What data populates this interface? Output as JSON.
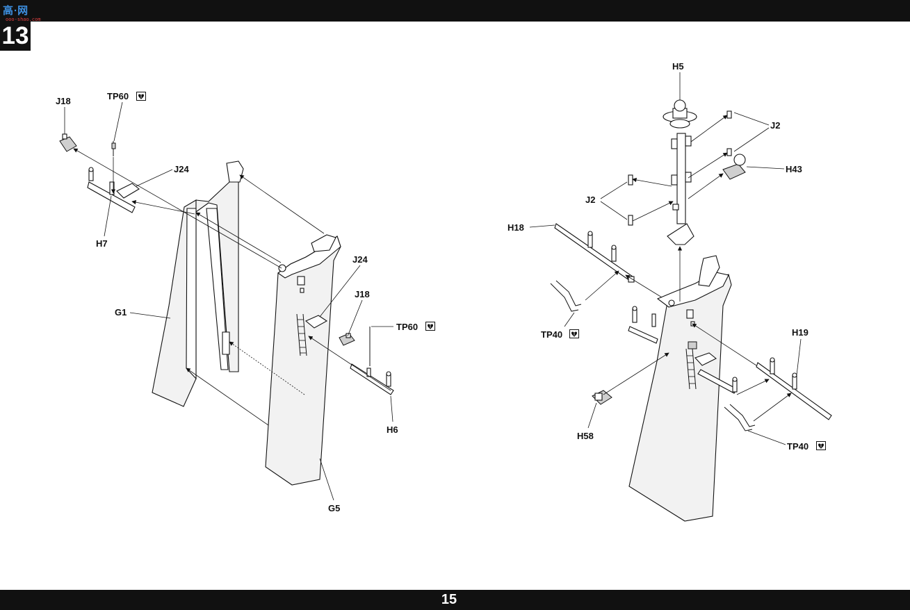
{
  "header": {
    "logo_text": "高∙网",
    "logo_sub": "ooo-shao.com"
  },
  "step_number": "13",
  "page_number": "15",
  "labels": {
    "left": {
      "j18_a": "J18",
      "tp60_a": "TP60",
      "j24_a": "J24",
      "h7": "H7",
      "g1": "G1",
      "j24_b": "J24",
      "j18_b": "J18",
      "tp60_b": "TP60",
      "h6": "H6",
      "g5": "G5"
    },
    "right": {
      "h5": "H5",
      "j2_a": "J2",
      "h43": "H43",
      "j2_b": "J2",
      "h18": "H18",
      "tp40_a": "TP40",
      "h19": "H19",
      "h58": "H58",
      "tp40_b": "TP40"
    }
  }
}
